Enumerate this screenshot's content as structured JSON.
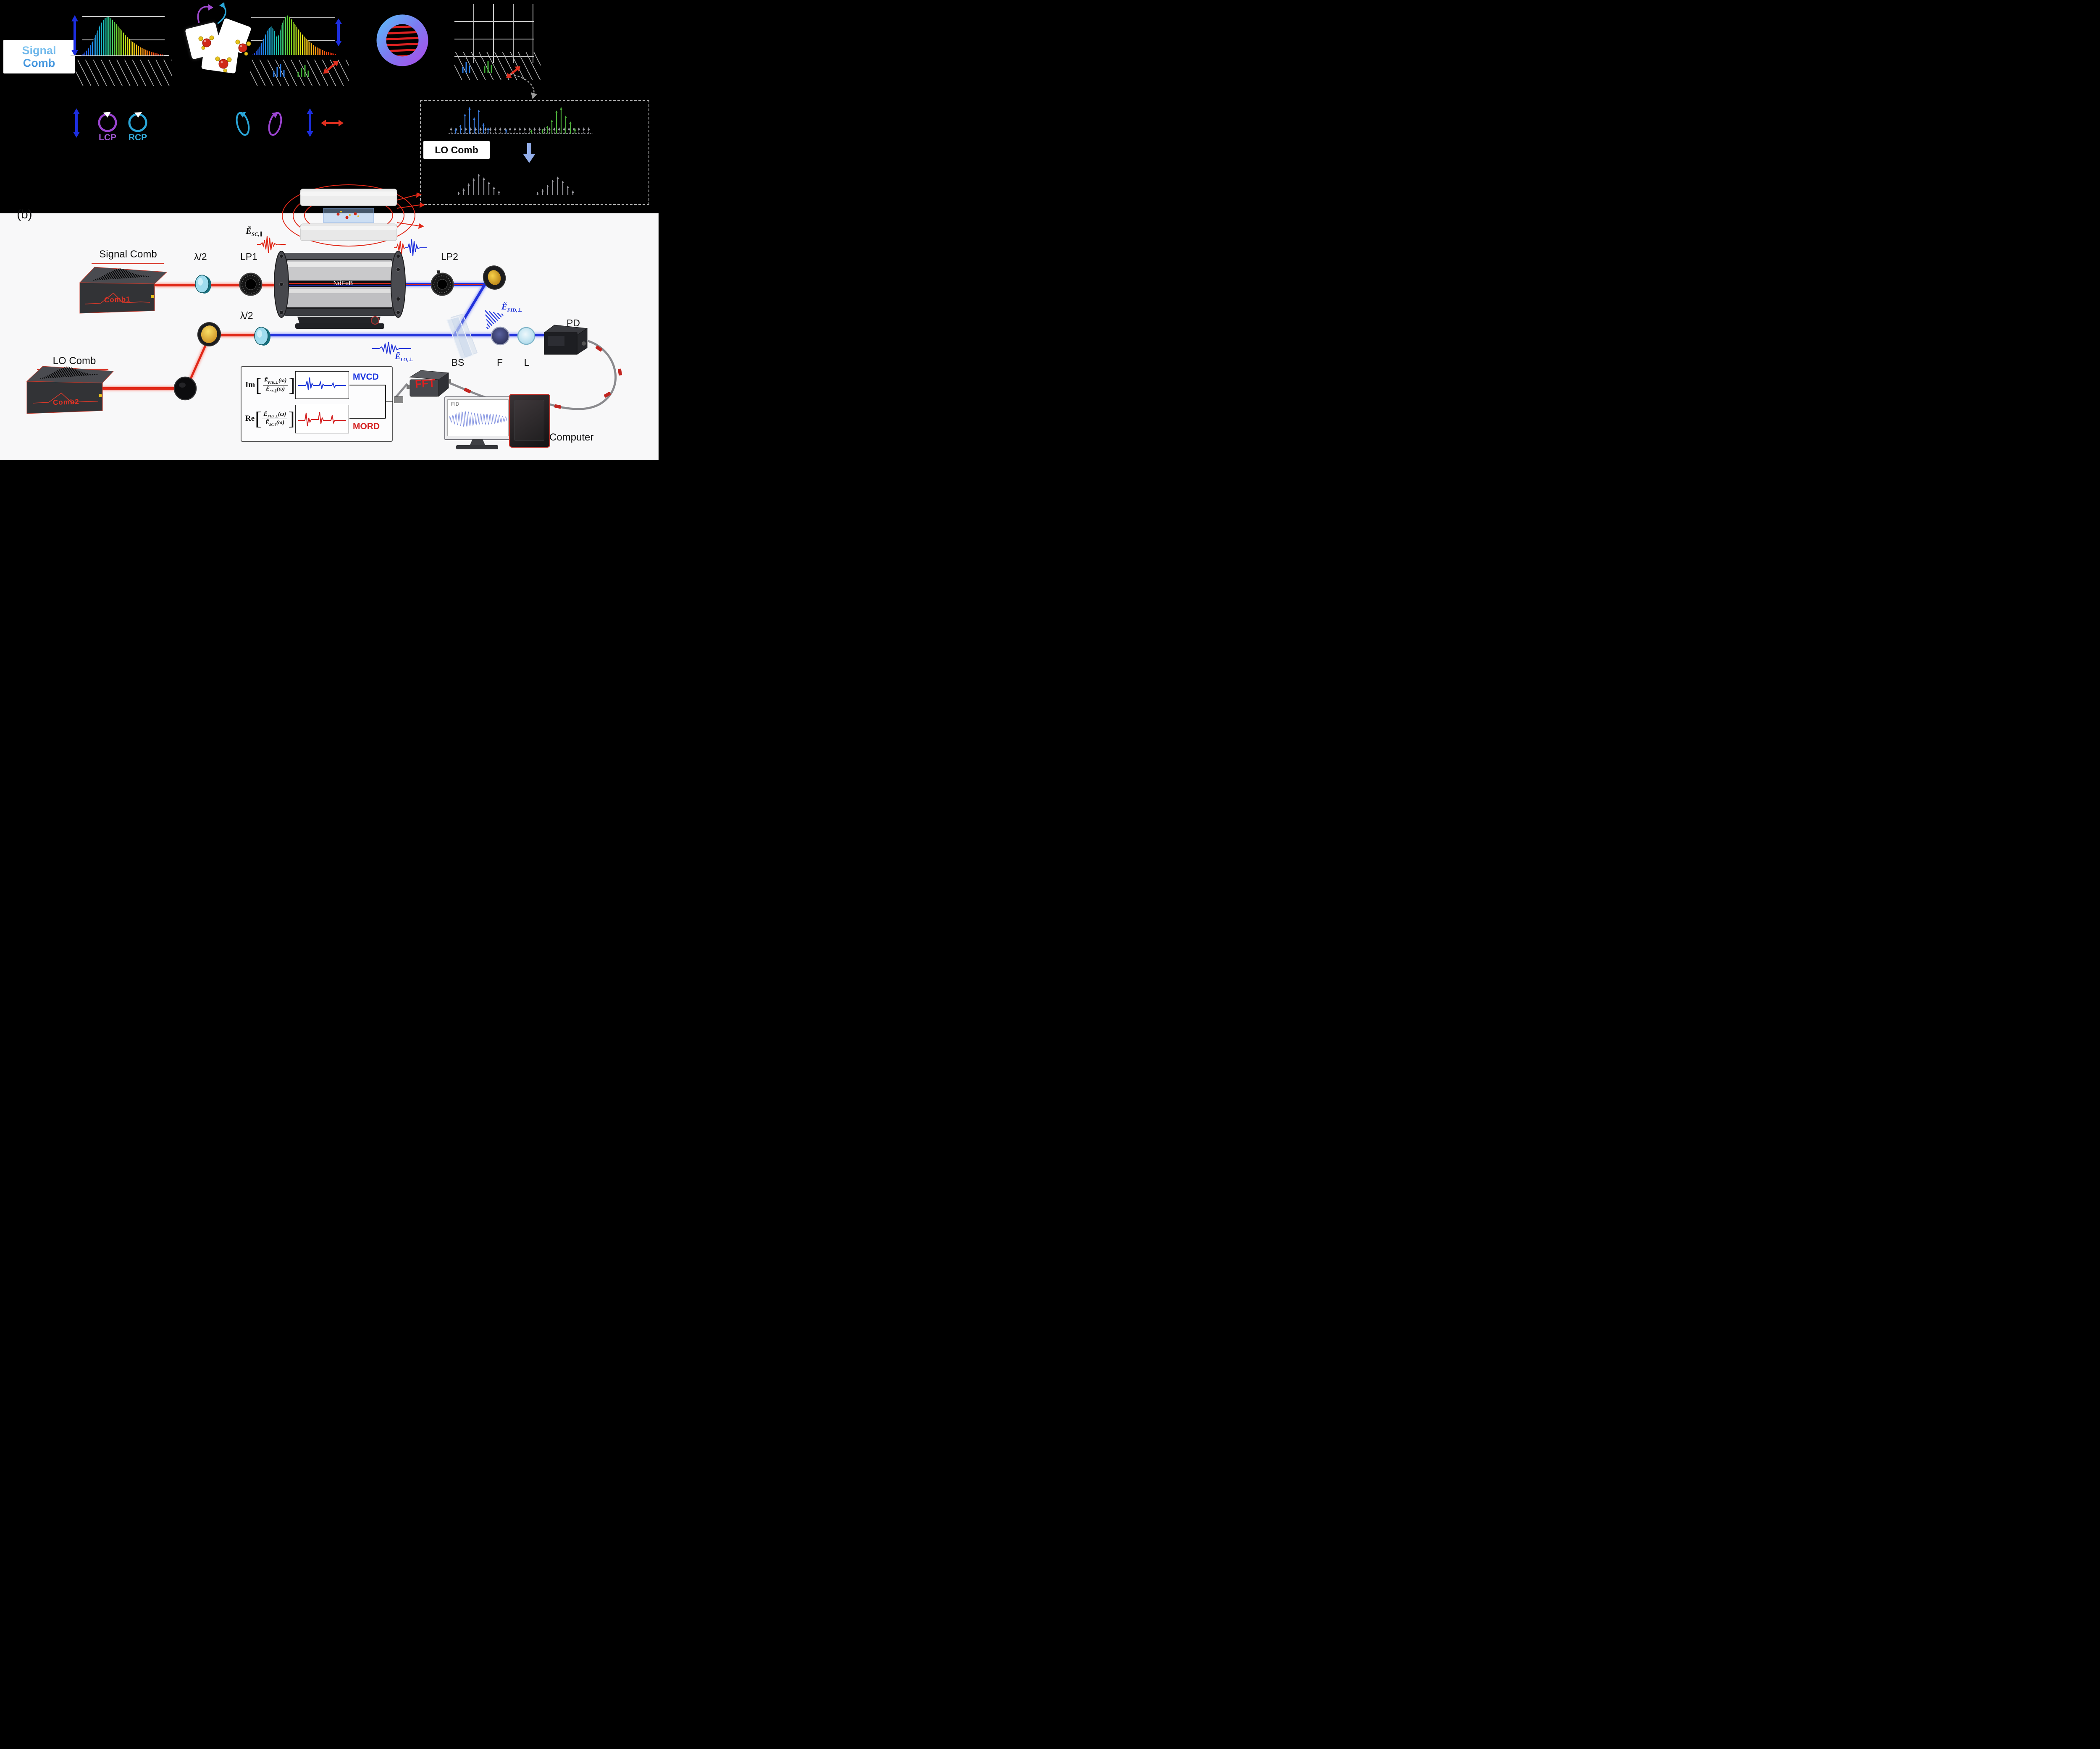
{
  "panel_a": {
    "signal_comb_label": "Signal Comb",
    "lcp_label": "LCP",
    "rcp_label": "RCP",
    "lo_comb_label": "LO Comb"
  },
  "panel_b": {
    "label": "(b)",
    "signal_comb_title": "Signal Comb",
    "comb1_label": "Comb1",
    "lo_comb_title": "LO Comb",
    "comb2_label": "Comb2",
    "half_wave_1": "λ/2",
    "half_wave_2": "λ/2",
    "lp1_label": "LP1",
    "lp2_label": "LP2",
    "ndfeb_label": "NdFeB",
    "pd_label": "PD",
    "bs_label": "BS",
    "filter_label": "F",
    "lens_label": "L",
    "fft_label": "FFT",
    "fid_label": "FID",
    "computer_label": "Computer",
    "e_sc": {
      "base": "Ẽ",
      "sub": "SC,∥"
    },
    "e_fid": {
      "base": "Ẽ",
      "sub": "FID,⊥"
    },
    "e_lo": {
      "base": "Ẽ",
      "sub": "LO,⊥"
    },
    "eq": {
      "im_prefix": "Im",
      "re_prefix": "Re",
      "lbracket": "[",
      "rbracket": "]",
      "num_base": "Ẽ",
      "num_sub": "FID,⊥",
      "num_arg": "(ω)",
      "den_base": "Ẽ",
      "den_sub": "SC,∥",
      "den_arg": "(ω)",
      "mvcd_label": "MVCD",
      "mord_label": "MORD"
    }
  },
  "decor": {
    "lo_comb_top": {
      "gray_tooth_height": 14,
      "gray_count": 29,
      "blue_heights": [
        12,
        20,
        46,
        62,
        38,
        56,
        24,
        14
      ],
      "green_heights": [
        10,
        18,
        32,
        54,
        62,
        42,
        28,
        12
      ]
    },
    "lo_comb_bottom": {
      "group1_heights": [
        8,
        16,
        28,
        40,
        50,
        42,
        32,
        20,
        10
      ],
      "group2_heights": [
        7,
        14,
        24,
        36,
        44,
        34,
        22,
        11
      ]
    },
    "colors": {
      "blue_tooth": "#3a7de0",
      "green_tooth": "#4db03a",
      "gray_tooth": "#9a9aa0"
    }
  }
}
